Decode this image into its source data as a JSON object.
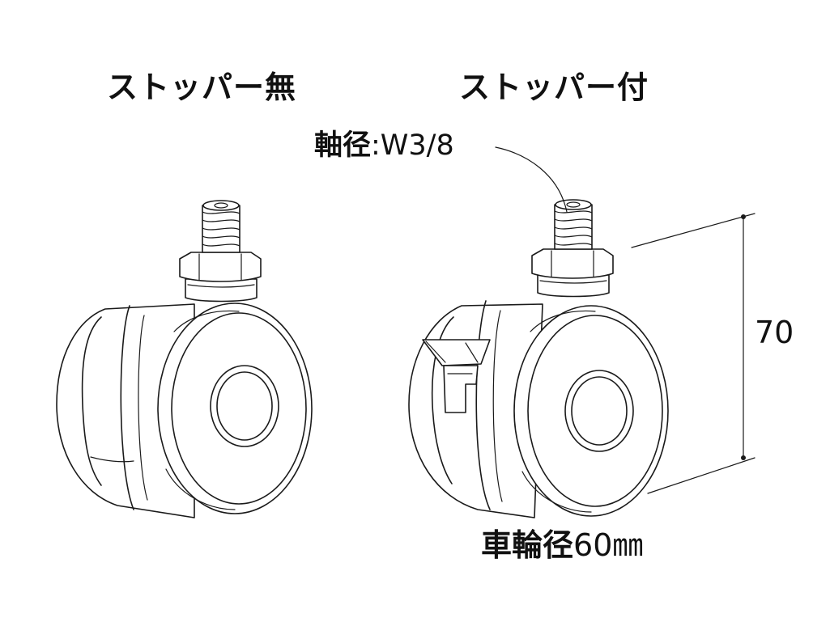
{
  "labels": {
    "without_stopper": "ストッパー無",
    "with_stopper": "ストッパー付",
    "shaft_kanji": "軸径",
    "shaft_value": ":W3/8",
    "height": "70",
    "wheel_kanji": "車輪径",
    "wheel_value": "60㎜"
  },
  "colors": {
    "line": "#1a1a1a",
    "background": "#ffffff"
  }
}
